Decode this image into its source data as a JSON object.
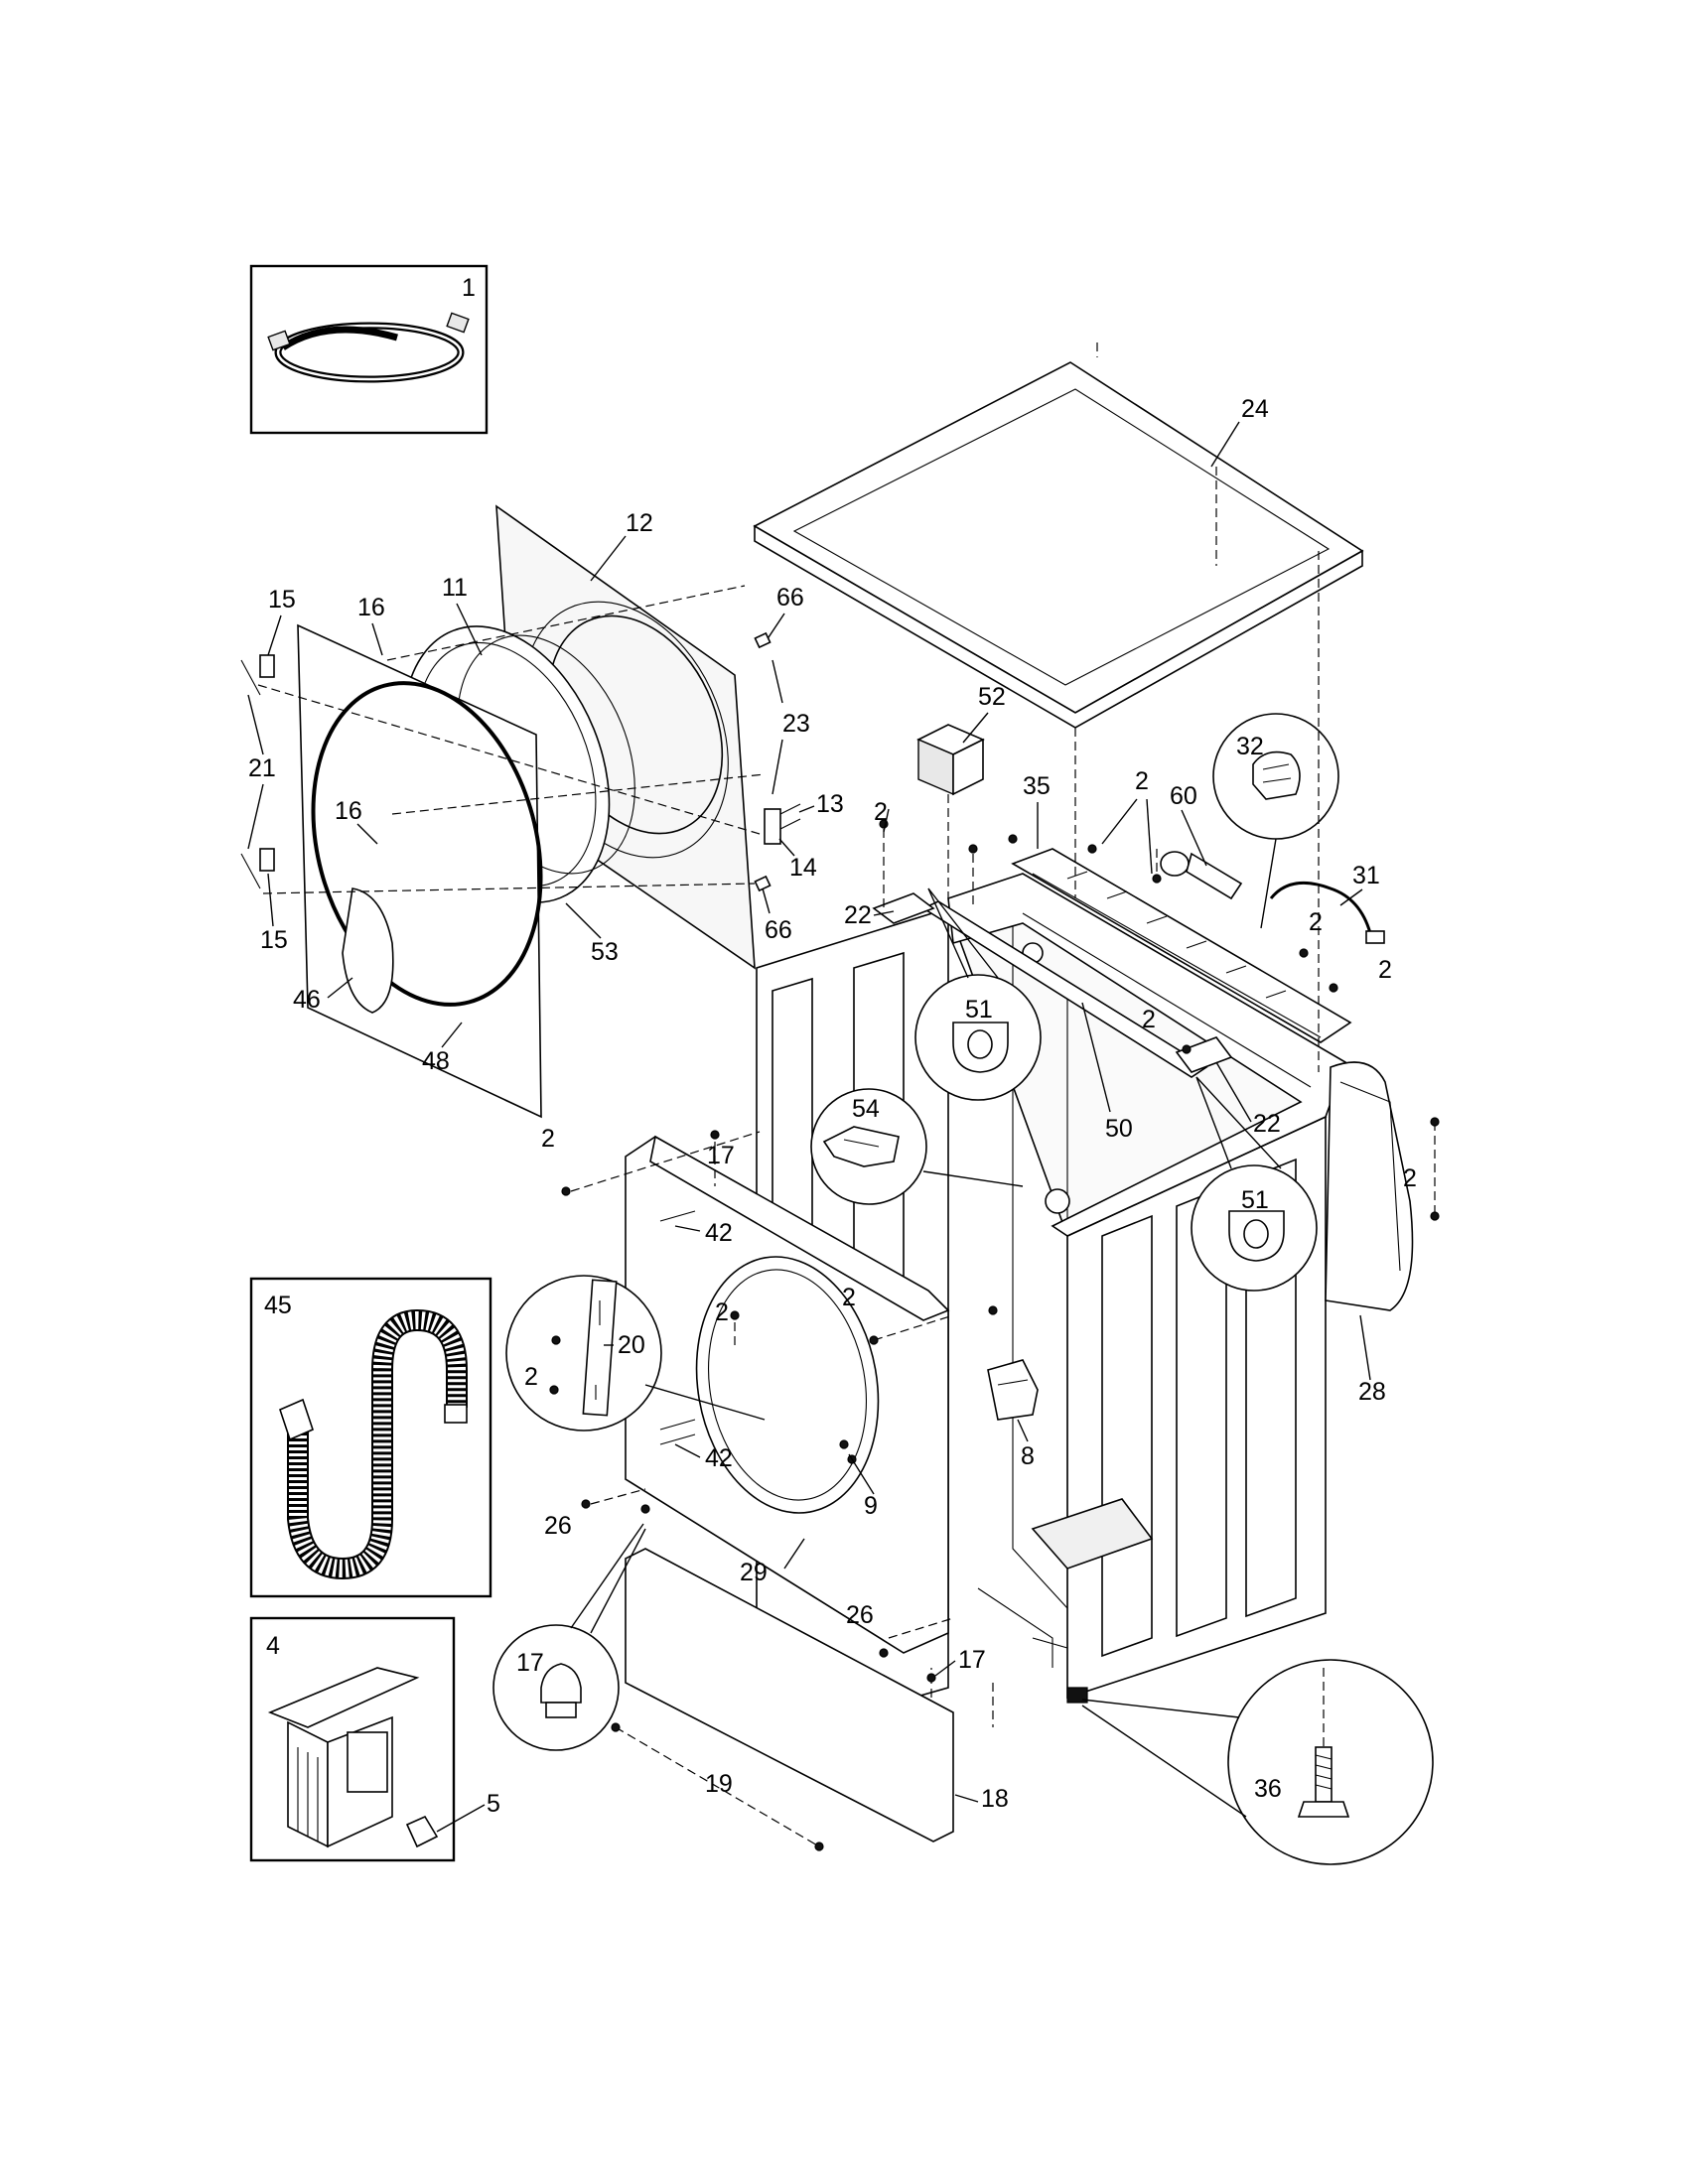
{
  "labels": {
    "p1": "1",
    "p2": "2",
    "p4": "4",
    "p5": "5",
    "p8": "8",
    "p9": "9",
    "p11": "11",
    "p12": "12",
    "p13": "13",
    "p14": "14",
    "p15": "15",
    "p16": "16",
    "p17": "17",
    "p18": "18",
    "p19": "19",
    "p20": "20",
    "p21": "21",
    "p22": "22",
    "p23": "23",
    "p24": "24",
    "p26": "26",
    "p28": "28",
    "p29": "29",
    "p31": "31",
    "p32": "32",
    "p35": "35",
    "p36": "36",
    "p42": "42",
    "p45": "45",
    "p46": "46",
    "p48": "48",
    "p50": "50",
    "p51": "51",
    "p52": "52",
    "p53": "53",
    "p54": "54",
    "p60": "60",
    "p66": "66"
  }
}
